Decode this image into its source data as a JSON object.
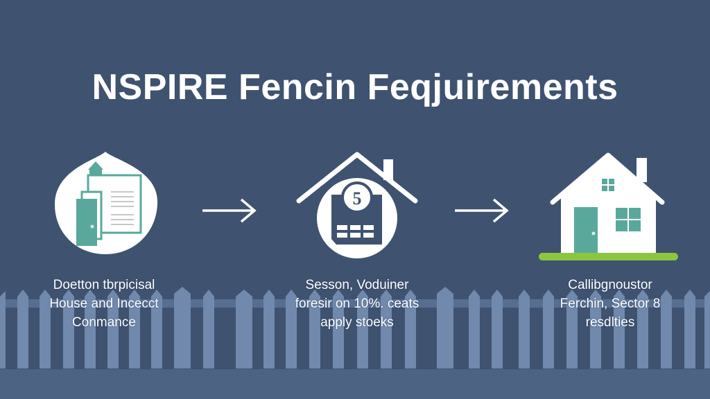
{
  "title": "NSPIRE Fencin Feqjuirements",
  "colors": {
    "background": "#3f5270",
    "fence_picket": "#7089ac",
    "fence_rail": "#566e92",
    "icon_teal": "#5aa89c",
    "icon_white": "#ffffff",
    "grass_green": "#8cc63f",
    "text": "#ffffff"
  },
  "steps": [
    {
      "icon": "document-door-upload-icon",
      "caption": [
        "Doetton tbrpicisal",
        "House and Incecct",
        "Conmance"
      ]
    },
    {
      "icon": "house-calendar-badge-icon",
      "caption": [
        "Sesson, Voduiner",
        "foresir on 10%. ceats",
        "apply stoeks"
      ]
    },
    {
      "icon": "house-with-lawn-icon",
      "caption": [
        "Callibgnoustor",
        "Ferchin, Sector 8",
        "resdlties"
      ]
    }
  ],
  "arrows": [
    "right-arrow-icon",
    "right-arrow-icon"
  ]
}
